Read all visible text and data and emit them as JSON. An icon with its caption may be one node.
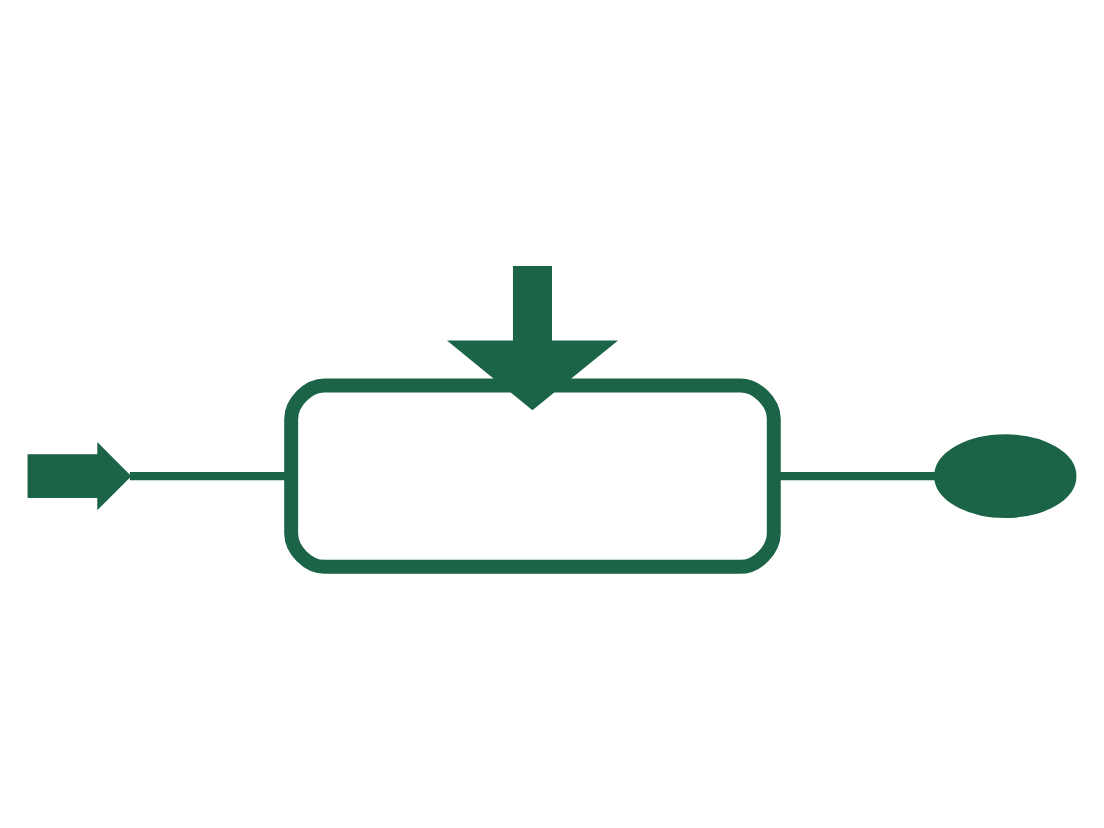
{
  "diagram": {
    "nodes": [
      {
        "text": [],
        "shape": "plug"
      },
      {
        "text": [],
        "shape": "box"
      },
      {
        "text": [],
        "shape": "socket"
      }
    ],
    "edges": [
      {
        "from": 0,
        "to": 1,
        "arrow": "none"
      },
      {
        "from": 1,
        "to": 2,
        "arrow": "none"
      },
      {
        "from": null,
        "to": 1,
        "arrow": "to",
        "style": "thick"
      }
    ]
  }
}
